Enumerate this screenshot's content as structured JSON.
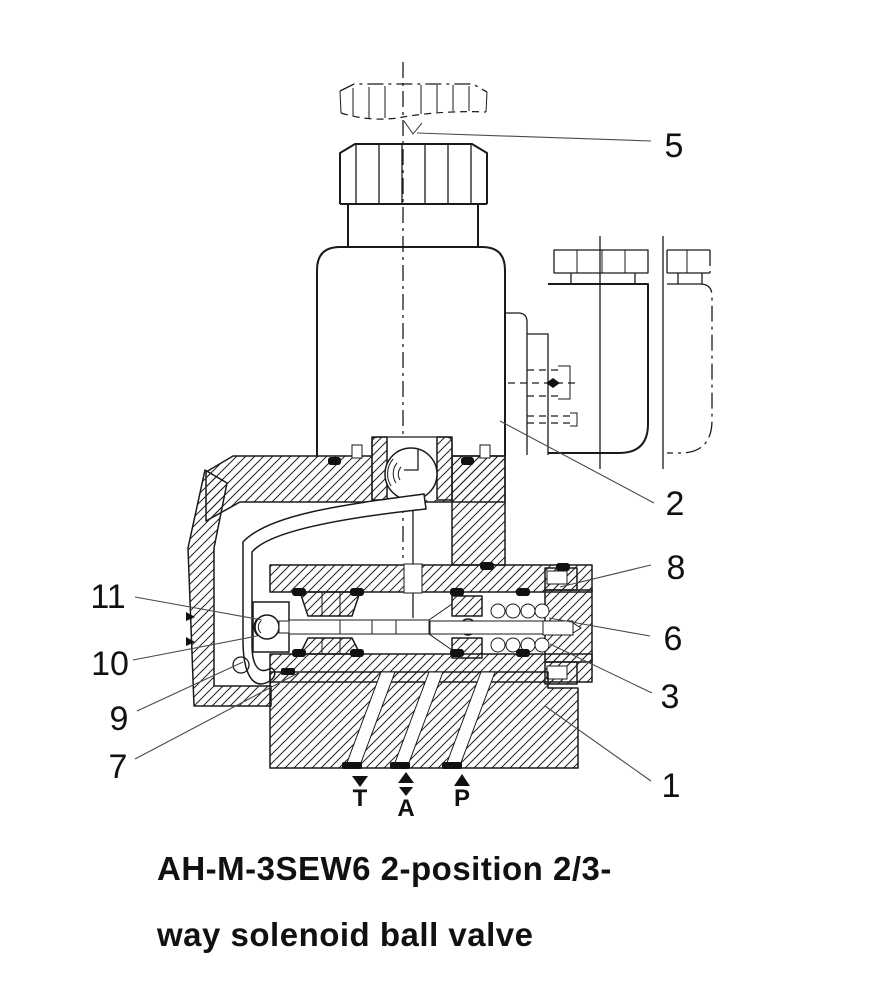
{
  "caption": {
    "line1": "AH-M-3SEW6 2-position 2/3-",
    "line2": "way solenoid ball valve"
  },
  "callouts": {
    "n1": "1",
    "n2": "2",
    "n3": "3",
    "n5": "5",
    "n6": "6",
    "n7": "7",
    "n8": "8",
    "n9": "9",
    "n10": "10",
    "n11": "11"
  },
  "ports": {
    "t": "T",
    "a": "A",
    "p": "P"
  },
  "symbols": {
    "t_flow": "down-arrow",
    "a_flow": "up-down-arrows",
    "p_flow": "up-arrow"
  },
  "colors": {
    "line": "#1a1a1a",
    "leader": "#4a4a4a",
    "background": "#ffffff",
    "fill_black": "#111111"
  }
}
